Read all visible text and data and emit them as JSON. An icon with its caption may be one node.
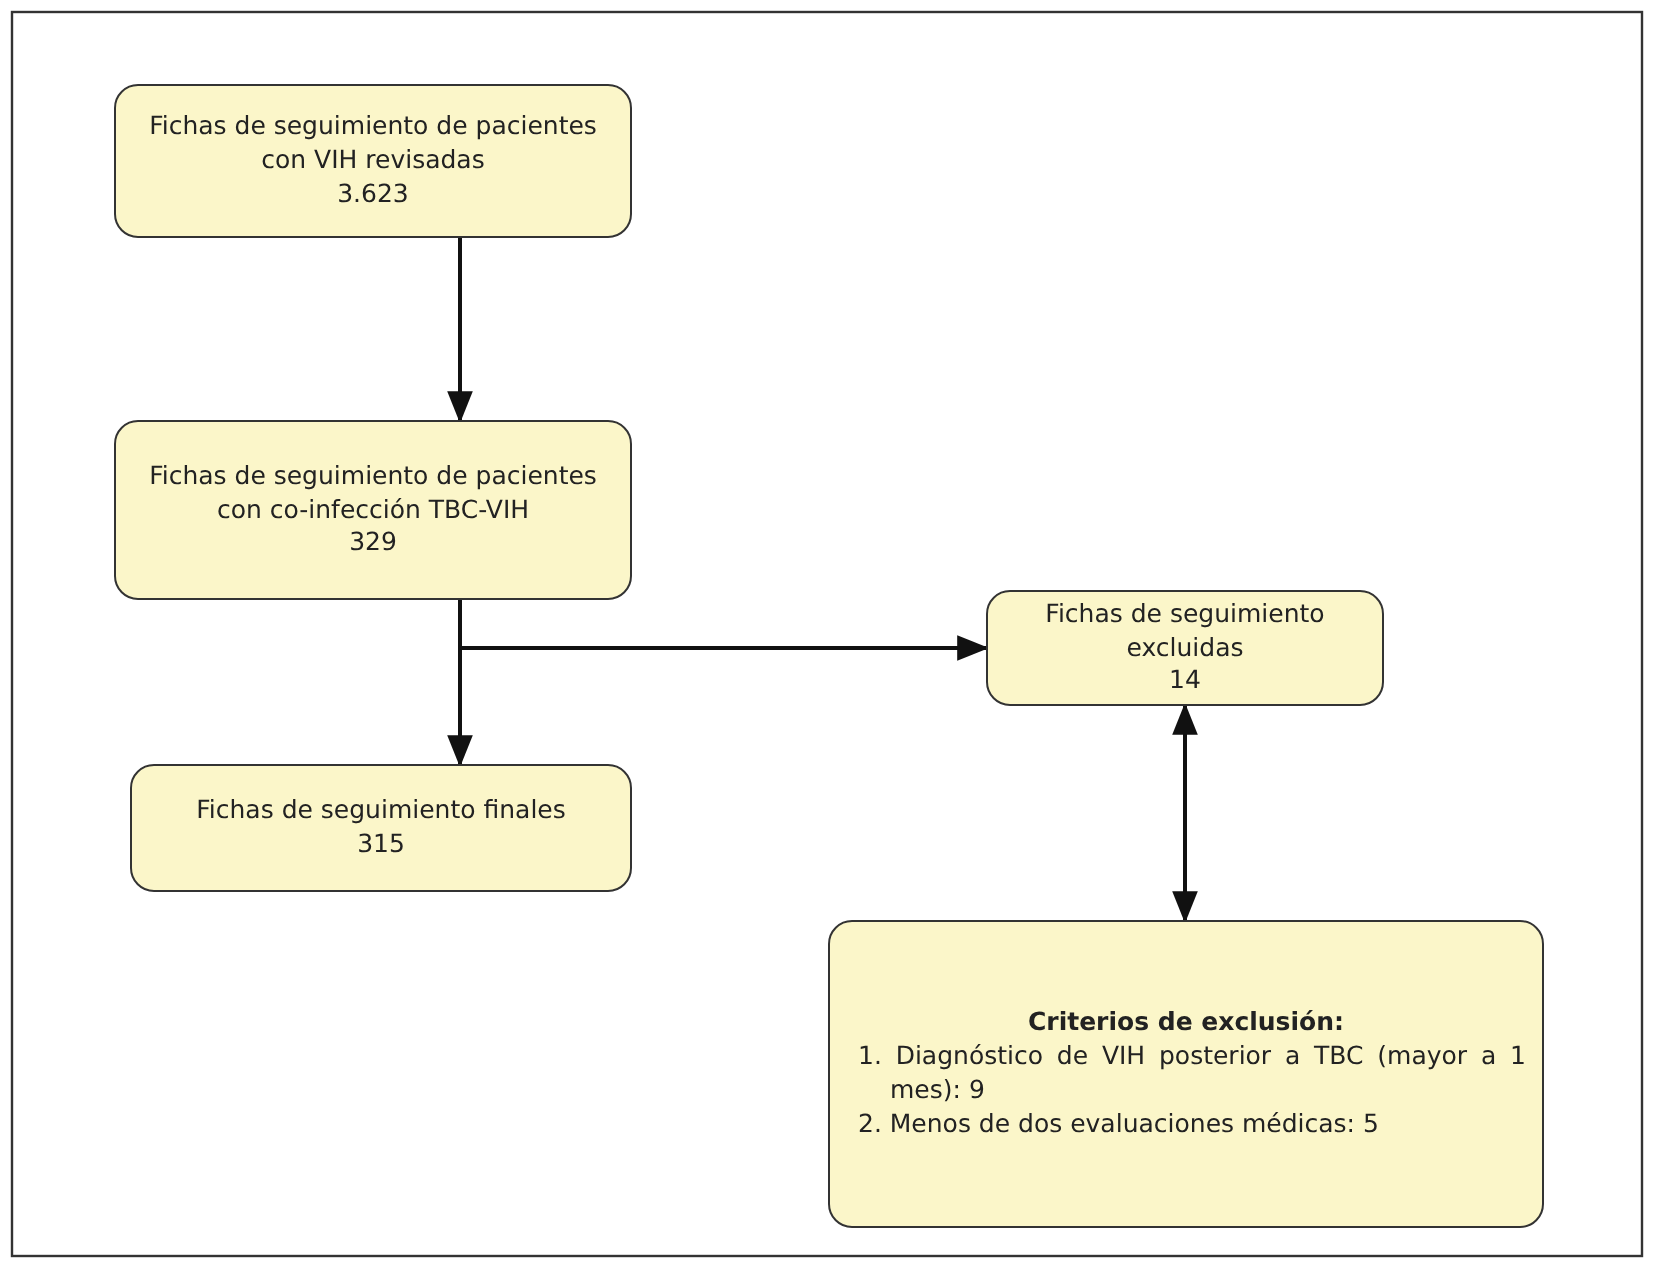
{
  "diagram": {
    "nodes": [
      {
        "text": [
          "Fichas de seguimiento de pacientes con VIH revisadas",
          "3.623"
        ]
      },
      {
        "text": [
          "Fichas de seguimiento de pacientes con co-infección TBC-VIH",
          "329"
        ]
      },
      {
        "text": [
          "Fichas de seguimiento excluidas",
          "14"
        ]
      },
      {
        "text": [
          "Fichas de seguimiento finales",
          "315"
        ]
      },
      {
        "text": [
          "Criterios de exclusión:",
          "1. Diagnóstico de VIH posterior a TBC (mayor a 1 mes): 9",
          "2. Menos de dos evaluaciones médicas: 5"
        ]
      }
    ],
    "edges": [
      {
        "from": 0,
        "to": 1,
        "arrow": "to"
      },
      {
        "from": 1,
        "to": 3,
        "arrow": "to"
      },
      {
        "from": 1,
        "to": 2,
        "arrow": "to"
      },
      {
        "from": 2,
        "to": 4,
        "arrow": "both"
      }
    ]
  }
}
